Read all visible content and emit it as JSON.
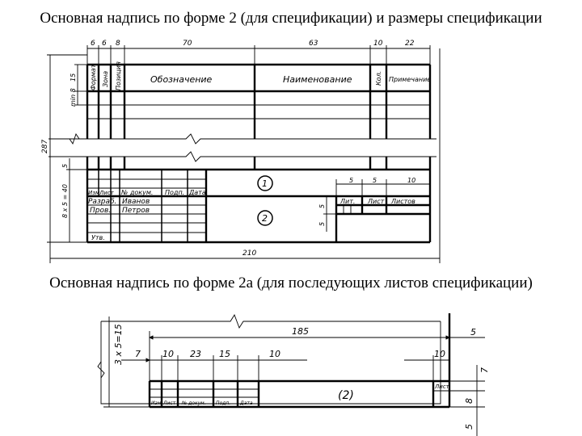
{
  "titles": {
    "form2": "Основная надпись по форме 2 (для спецификации) и размеры спецификации",
    "form2a": "Основная надпись по форме 2а (для последующих листов спецификации)"
  },
  "spec_table": {
    "headers": {
      "format": "Формат",
      "zone": "Зона",
      "pos": "Позиция",
      "designation": "Обозначение",
      "name": "Наименование",
      "qty": "Кол.",
      "note": "Примечание"
    },
    "dims_top": {
      "d1": "6",
      "d2": "6",
      "d3": "8",
      "d4": "70",
      "d5": "63",
      "d6": "10",
      "d7": "22"
    },
    "dims_left": {
      "header_h": "15",
      "row_h": "min 8",
      "total_h": "287",
      "stamp_top": "5",
      "stamp_rows": "8 x 5 = 40"
    },
    "width_total": "210"
  },
  "stamp2": {
    "cells": {
      "izm": "Изм",
      "list": "Лист",
      "doc": "№ докум.",
      "sign": "Подп.",
      "date": "Дата",
      "razrab": "Разраб.",
      "razrab_name": "Иванов",
      "prov": "Пров.",
      "prov_name": "Петров",
      "utv": "Утв.",
      "lit": "Лит.",
      "sheet": "Лист",
      "sheets": "Листов"
    },
    "callouts": {
      "c1": "1",
      "c2": "2"
    },
    "dims": {
      "a": "5",
      "b": "5",
      "c": "10",
      "d": "5",
      "e": "5"
    }
  },
  "form2a": {
    "label": "(2)",
    "sheet_label": "Лист",
    "cells": {
      "izm": "Изм",
      "list": "Лист",
      "doc": "№ докум.",
      "sign": "Подп.",
      "date": "Дата"
    },
    "dims": {
      "width": "185",
      "right_margin": "5",
      "left_offset": "7",
      "c1": "10",
      "c2": "23",
      "c3": "15",
      "c4": "10",
      "c5": "10",
      "height": "3 x 5=15",
      "h1": "7",
      "h2": "8",
      "bottom": "5"
    }
  }
}
